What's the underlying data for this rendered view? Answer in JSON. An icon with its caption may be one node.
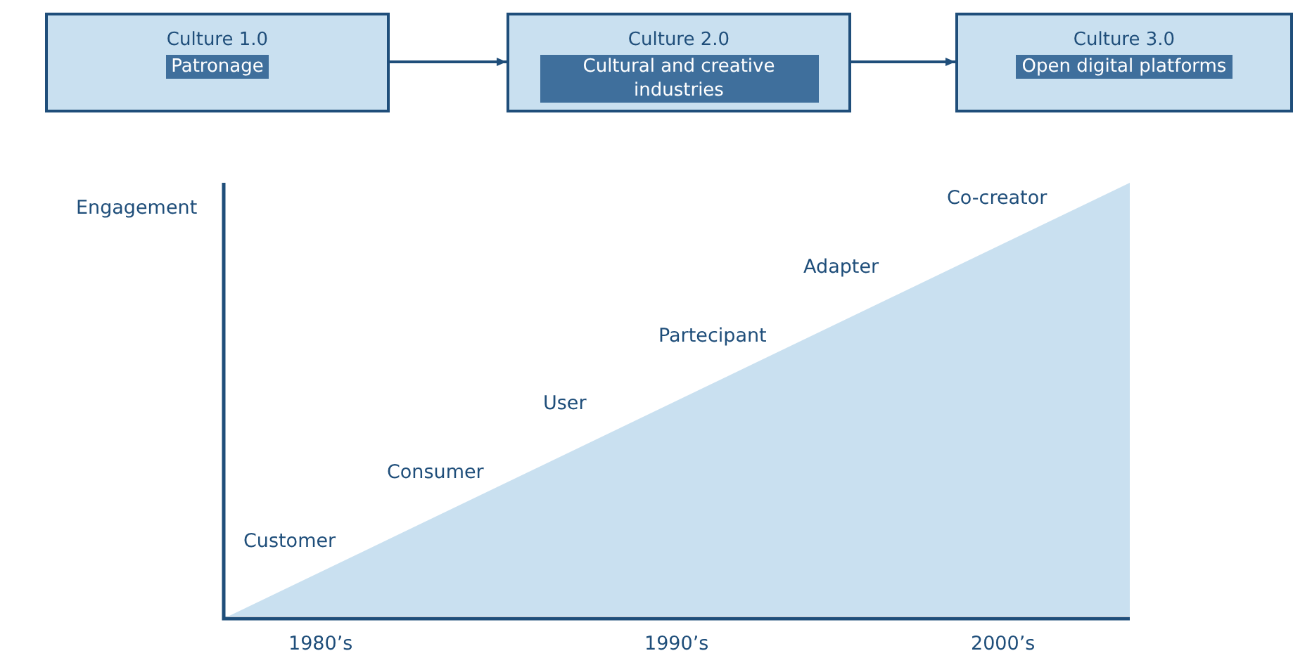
{
  "diagram": {
    "nodes": [
      {
        "text": [
          "Culture 1.0",
          "Patronage"
        ]
      },
      {
        "text": [
          "Culture 2.0",
          "Cultural and creative industries"
        ]
      },
      {
        "text": [
          "Culture 3.0",
          "Open digital platforms"
        ]
      }
    ],
    "edges": [
      {
        "from": 0,
        "to": 1,
        "arrow": "to"
      },
      {
        "from": 1,
        "to": 2,
        "arrow": "to"
      }
    ],
    "labels": [
      "Engagement",
      "Co-creator",
      "Adapter",
      "Partecipant",
      "User",
      "Consumer",
      "Customer",
      "1980’s",
      "1990’s",
      "2000’s"
    ]
  }
}
